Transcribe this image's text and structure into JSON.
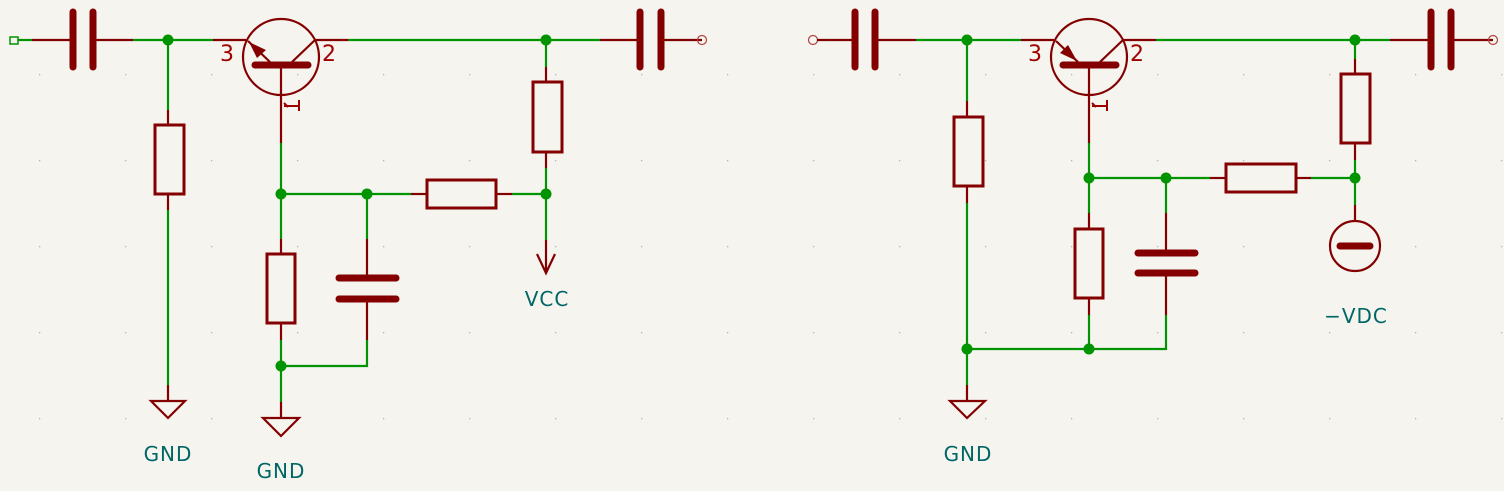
{
  "application": "Schematic editor",
  "colors": {
    "background": "#f5f4ef",
    "wire": "#009400",
    "component": "#840000",
    "pin_number": "#a00000",
    "power_label": "#006666",
    "grid": "#b5b5b5"
  },
  "circuits": [
    {
      "id": "left-circuit",
      "description": "Common-base transistor amplifier with VCC supply",
      "transistor": {
        "pins": {
          "base": "1",
          "collector": "2",
          "emitter": "3"
        },
        "arrow": "outward"
      },
      "power_symbols": [
        {
          "type": "gnd",
          "label": "GND"
        },
        {
          "type": "gnd",
          "label": "GND"
        },
        {
          "type": "vcc",
          "label": "VCC"
        }
      ],
      "components": [
        "input-capacitor",
        "bias-resistor",
        "transistor",
        "collector-resistor",
        "supply-resistor",
        "base-resistor",
        "bypass-capacitor",
        "output-capacitor"
      ]
    },
    {
      "id": "right-circuit",
      "description": "Common-base transistor amplifier with negative DC supply",
      "transistor": {
        "pins": {
          "base": "1",
          "collector": "2",
          "emitter": "3"
        },
        "arrow": "inward"
      },
      "power_symbols": [
        {
          "type": "gnd",
          "label": "GND"
        },
        {
          "type": "vdc-negative",
          "label": "−VDC"
        }
      ],
      "components": [
        "input-capacitor",
        "bias-resistor",
        "transistor",
        "collector-resistor",
        "supply-resistor",
        "base-resistor",
        "bypass-capacitor",
        "output-capacitor"
      ]
    }
  ],
  "labels": {
    "left_gnd_1": "GND",
    "left_gnd_2": "GND",
    "left_vcc": "VCC",
    "left_pin_emitter": "3",
    "left_pin_collector": "2",
    "left_pin_base": "1",
    "right_gnd": "GND",
    "right_vdc": "−VDC",
    "right_pin_emitter": "3",
    "right_pin_collector": "2",
    "right_pin_base": "1"
  }
}
